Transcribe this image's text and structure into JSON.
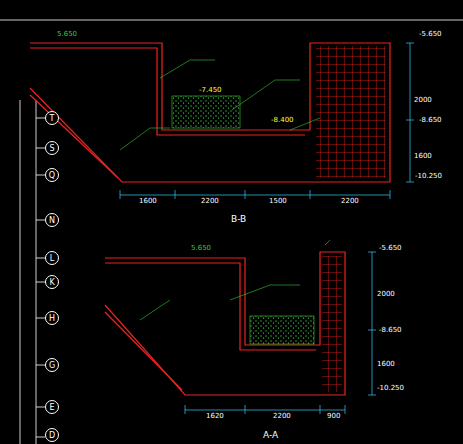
{
  "diagram": {
    "nodes": [
      {
        "text": [
          "T"
        ]
      },
      {
        "text": [
          "S"
        ]
      },
      {
        "text": [
          "Q"
        ]
      },
      {
        "text": [
          "N"
        ]
      },
      {
        "text": [
          "L"
        ]
      },
      {
        "text": [
          "K"
        ]
      },
      {
        "text": [
          "H"
        ]
      },
      {
        "text": [
          "G"
        ]
      },
      {
        "text": [
          "E"
        ]
      },
      {
        "text": [
          "D"
        ]
      }
    ],
    "labels": [
      "5.650",
      "-5.650",
      "-8.650",
      "-10.250",
      "-7.450",
      "-8.400",
      "1600",
      "2200",
      "1500",
      "2200",
      "2000",
      "1600",
      "B-B",
      "5.650",
      "-5.650",
      "-8.650",
      "-10.250",
      "2000",
      "1600",
      "1620",
      "2200",
      "900",
      "A-A"
    ]
  }
}
